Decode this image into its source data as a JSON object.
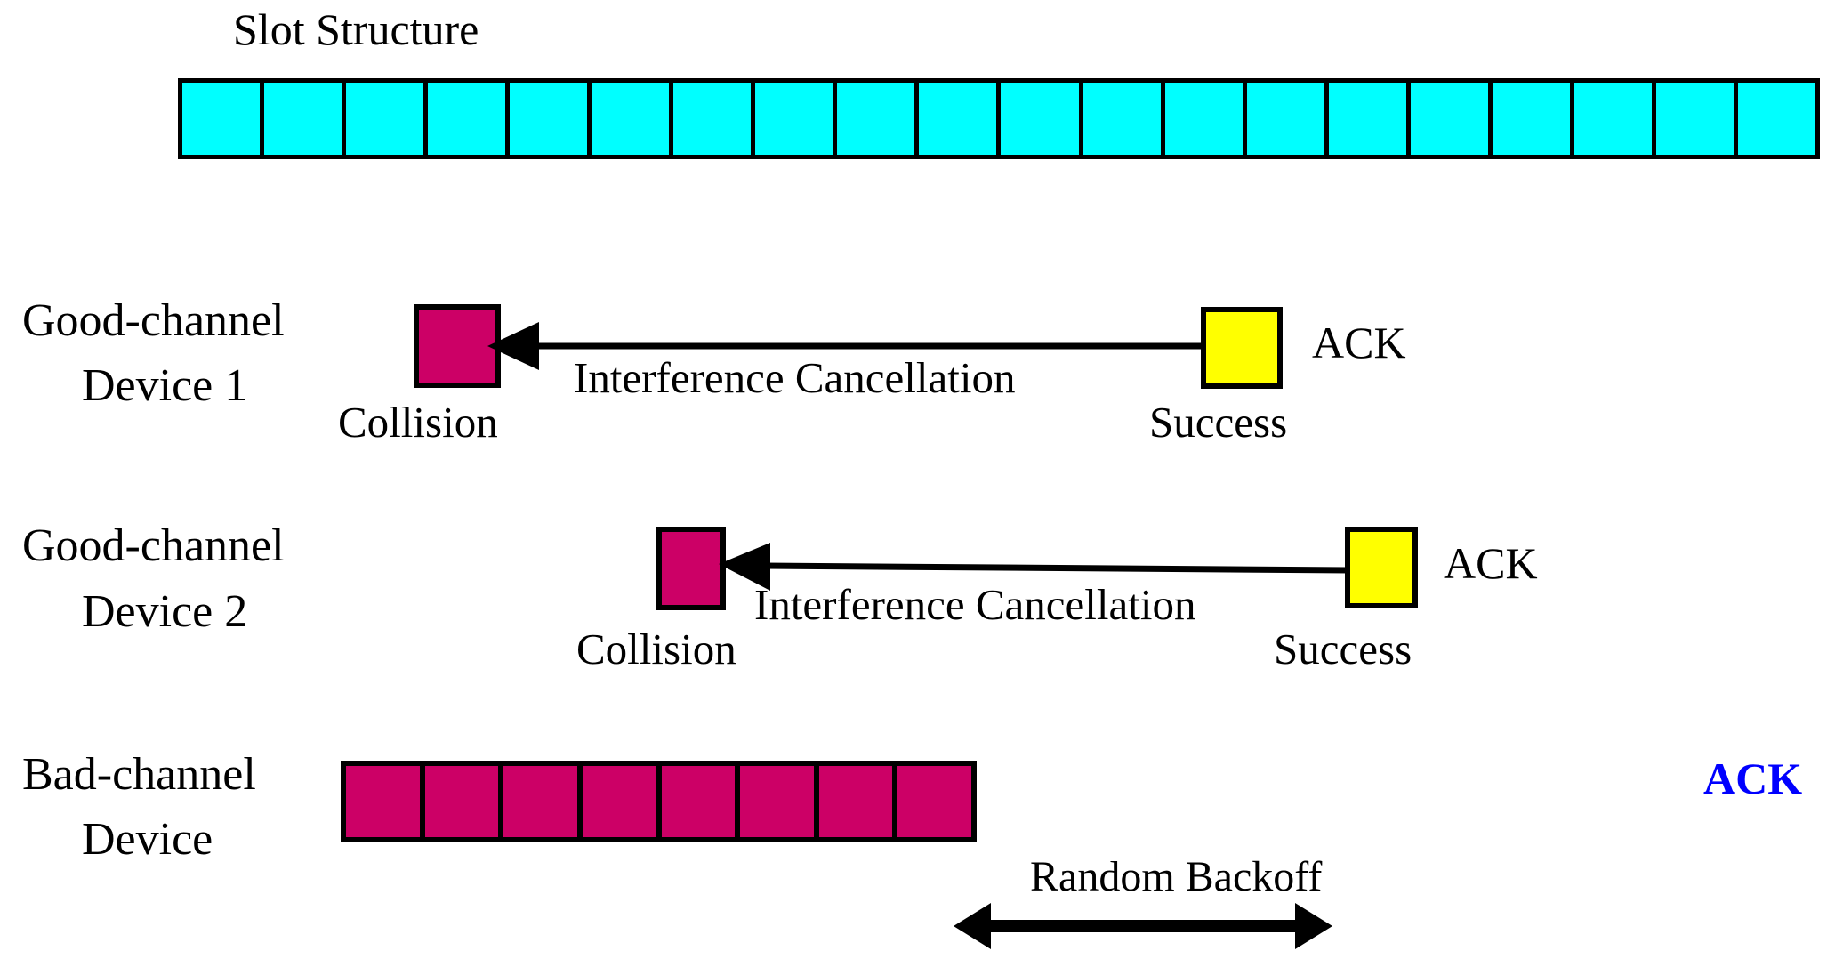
{
  "diagram": {
    "title": "Slot Structure",
    "colors": {
      "slot_fill": "#00ffff",
      "collision_fill": "#cc0066",
      "success_fill": "#ffff00",
      "ack_blue": "#0000ff",
      "outline": "#000000",
      "background": "#ffffff"
    },
    "slot_structure": {
      "label": "Slot Structure",
      "slot_count": 20
    },
    "rows": [
      {
        "device_label_line1": "Good-channel",
        "device_label_line2": "Device 1",
        "collision_label": "Collision",
        "arrow_label": "Interference Cancellation",
        "success_label": "Success",
        "ack_label": "ACK"
      },
      {
        "device_label_line1": "Good-channel",
        "device_label_line2": "Device 2",
        "collision_label": "Collision",
        "arrow_label": "Interference Cancellation",
        "success_label": "Success",
        "ack_label": "ACK"
      },
      {
        "device_label_line1": "Bad-channel",
        "device_label_line2": "Device",
        "failed_slot_count": 8,
        "backoff_label": "Random Backoff",
        "ack_label": "ACK"
      }
    ]
  }
}
